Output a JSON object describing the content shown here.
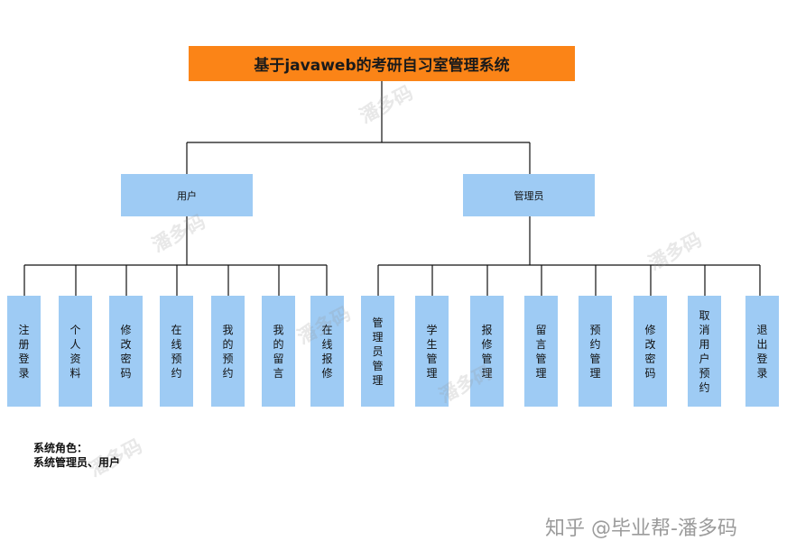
{
  "root": "基于javaweb的考研自习室管理系统",
  "roles": {
    "user": {
      "label": "用户",
      "items": [
        "注册登录",
        "个人资料",
        "修改密码",
        "在线预约",
        "我的预约",
        "我的留言",
        "在线报修"
      ]
    },
    "admin": {
      "label": "管理员",
      "items": [
        "管理员管理",
        "学生管理",
        "报修管理",
        "留言管理",
        "预约管理",
        "修改密码",
        "取消用户预约",
        "退出登录"
      ]
    }
  },
  "note": {
    "line1": "系统角色：",
    "line2": "系统管理员、用户"
  },
  "watermark": "潘多码",
  "credit": "知乎 @毕业帮-潘多码",
  "colors": {
    "root": "#fb8417",
    "node": "#9ecbf4",
    "connector": "#111111"
  }
}
